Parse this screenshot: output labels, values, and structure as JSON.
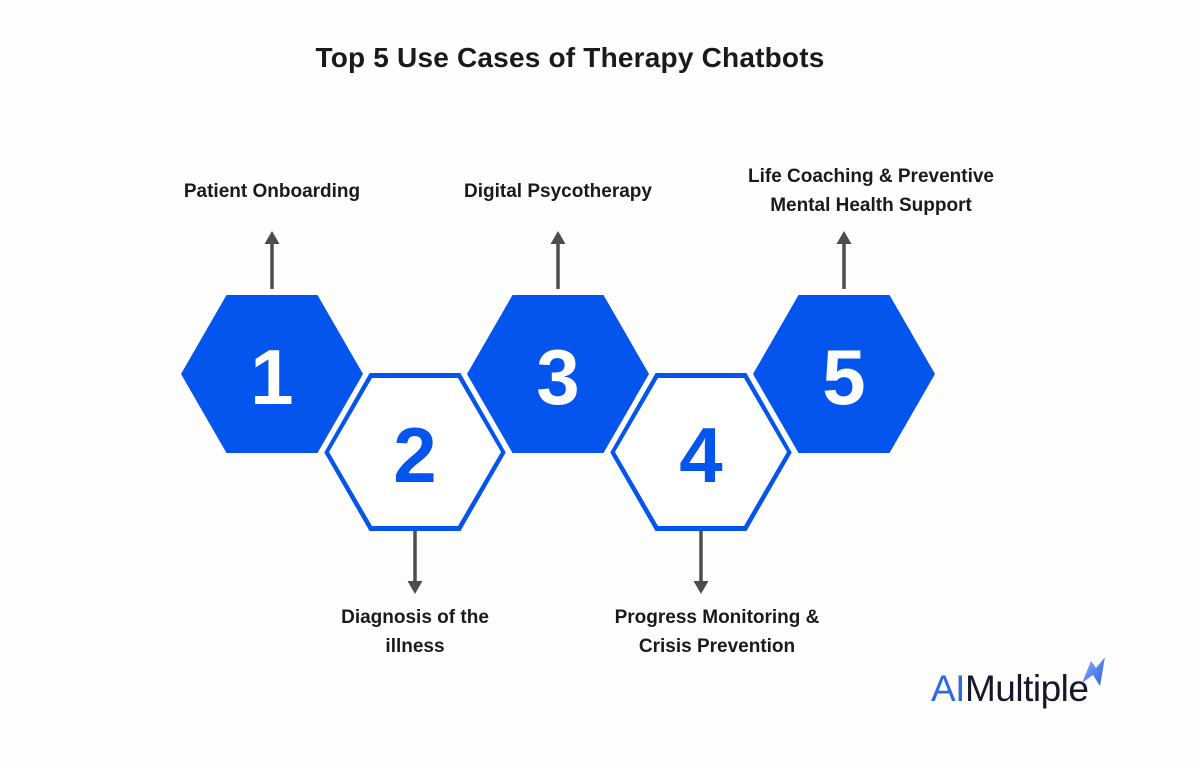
{
  "title": "Top 5 Use Cases of Therapy Chatbots",
  "steps": [
    {
      "number": "1",
      "label": "Patient Onboarding",
      "shape": "hexagon-filled",
      "label_position": "top"
    },
    {
      "number": "2",
      "label": "Diagnosis of the illness",
      "shape": "hexagon-outlined",
      "label_position": "bottom"
    },
    {
      "number": "3",
      "label": "Digital Psycotherapy",
      "shape": "hexagon-filled",
      "label_position": "top"
    },
    {
      "number": "4",
      "label": "Progress Monitoring & Crisis Prevention",
      "shape": "hexagon-outlined",
      "label_position": "bottom"
    },
    {
      "number": "5",
      "label": "Life Coaching & Preventive Mental Health Support",
      "shape": "hexagon-filled",
      "label_position": "top"
    }
  ],
  "logo": {
    "text_primary": "AI",
    "text_secondary": "Multiple",
    "mark": "blue zigzag lightning"
  },
  "colors": {
    "accent-blue": "#0455ED",
    "arrow-gray": "#4D4D4D",
    "text-dark": "#1A1A1A",
    "logo-blue": "#2E6AE4",
    "logo-dark": "#15172B",
    "mark-light": "#8FB4F8",
    "mark-dark": "#2E5BE3",
    "bg": "#FEFEFC"
  }
}
